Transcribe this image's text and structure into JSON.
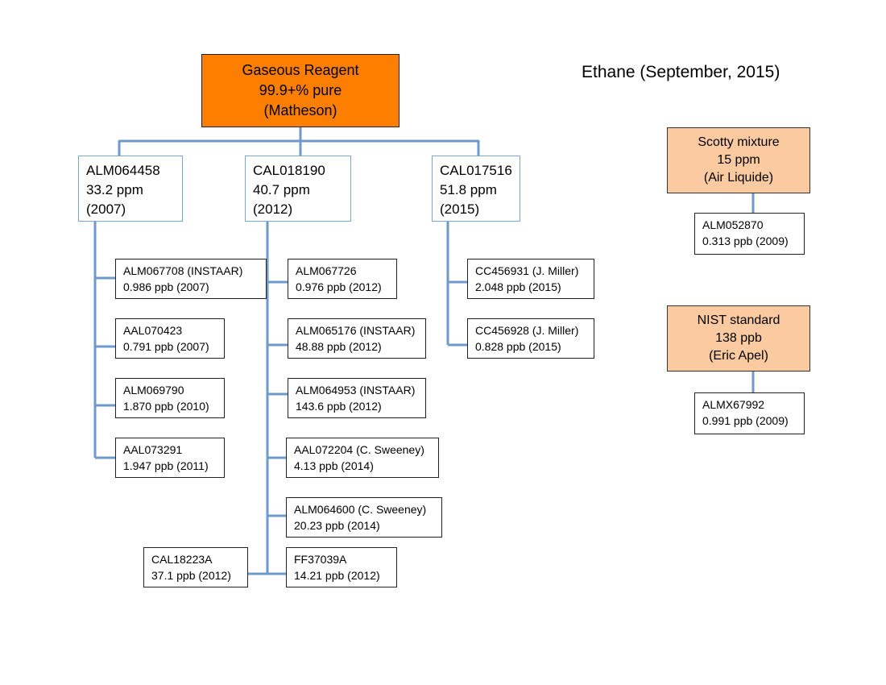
{
  "title": "Ethane (September, 2015)",
  "colors": {
    "connector": "#6d9acb",
    "root_fill": "#fe7f00",
    "alt_fill": "#fbcaa0"
  },
  "root": {
    "line1": "Gaseous Reagent",
    "line2": "99.9+% pure",
    "line3": "(Matheson)"
  },
  "standards": [
    {
      "id": "ALM064458",
      "conc": "33.2 ppm",
      "year": "(2007)"
    },
    {
      "id": "CAL018190",
      "conc": "40.7 ppm",
      "year": "(2012)"
    },
    {
      "id": "CAL017516",
      "conc": "51.8 ppm",
      "year": "(2015)"
    }
  ],
  "branch1": [
    {
      "name": "ALM067708 (INSTAAR)",
      "value": "0.986 ppb (2007)"
    },
    {
      "name": "AAL070423",
      "value": "0.791 ppb (2007)"
    },
    {
      "name": "ALM069790",
      "value": "1.870 ppb (2010)"
    },
    {
      "name": "AAL073291",
      "value": "1.947 ppb (2011)"
    }
  ],
  "branch2": [
    {
      "name": "ALM067726",
      "value": "0.976 ppb (2012)"
    },
    {
      "name": "ALM065176 (INSTAAR)",
      "value": "48.88 ppb (2012)"
    },
    {
      "name": "ALM064953 (INSTAAR)",
      "value": "143.6 ppb (2012)"
    },
    {
      "name": "AAL072204 (C. Sweeney)",
      "value": "4.13 ppb (2014)"
    },
    {
      "name": "ALM064600 (C. Sweeney)",
      "value": "20.23 ppb (2014)"
    },
    {
      "name": "FF37039A",
      "value": "14.21 ppb (2012)"
    }
  ],
  "branch2_left": {
    "name": "CAL18223A",
    "value": "37.1 ppb (2012)"
  },
  "branch3": [
    {
      "name": "CC456931 (J. Miller)",
      "value": "2.048 ppb (2015)"
    },
    {
      "name": "CC456928 (J. Miller)",
      "value": "0.828 ppb (2015)"
    }
  ],
  "scotty": {
    "line1": "Scotty mixture",
    "line2": "15 ppm",
    "line3": "(Air Liquide)"
  },
  "scotty_child": {
    "name": "ALM052870",
    "value": "0.313 ppb (2009)"
  },
  "nist": {
    "line1": "NIST standard",
    "line2": "138 ppb",
    "line3": "(Eric Apel)"
  },
  "nist_child": {
    "name": "ALMX67992",
    "value": "0.991 ppb (2009)"
  }
}
